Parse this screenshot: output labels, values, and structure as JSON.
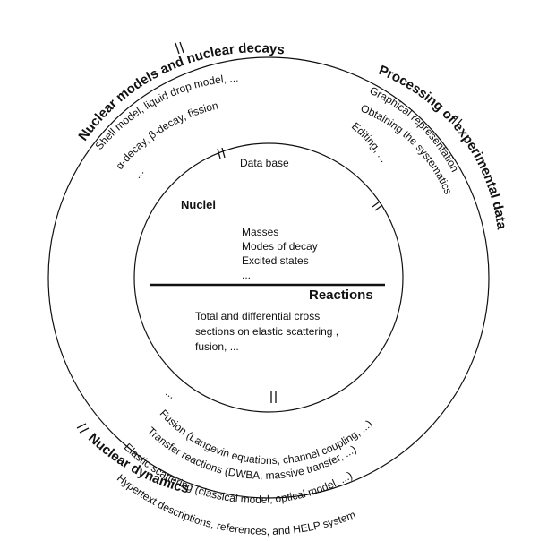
{
  "database_label": "Data base",
  "nuclei": {
    "title": "Nuclei",
    "items": [
      "Masses",
      "Modes of decay",
      "Excited states",
      "..."
    ]
  },
  "reactions": {
    "title": "Reactions",
    "lines": [
      "Total and differential cross",
      "sections on elastic scattering ,",
      "fusion, ..."
    ]
  },
  "nuclear_models": {
    "title": "Nuclear models and nuclear decays",
    "lines": [
      "Shell model, liquid drop model, ...",
      "α-decay, β-decay, fission",
      "..."
    ]
  },
  "processing": {
    "title": "Processing of experimental data",
    "lines": [
      "Graphical representation",
      "Obtaining the systematics",
      "Editing, ..."
    ]
  },
  "nuclear_dynamics": {
    "title": "Nuclear dynamics",
    "lines": [
      "...",
      "Fusion (Langevin equations, channel coupling, ...)",
      "Transfer reactions (DWBA, massive transfer, ...)",
      "Elastic scattering (classical model, optical model, ...)"
    ]
  },
  "outer_text": "Hypertext descriptions, references, and HELP system"
}
